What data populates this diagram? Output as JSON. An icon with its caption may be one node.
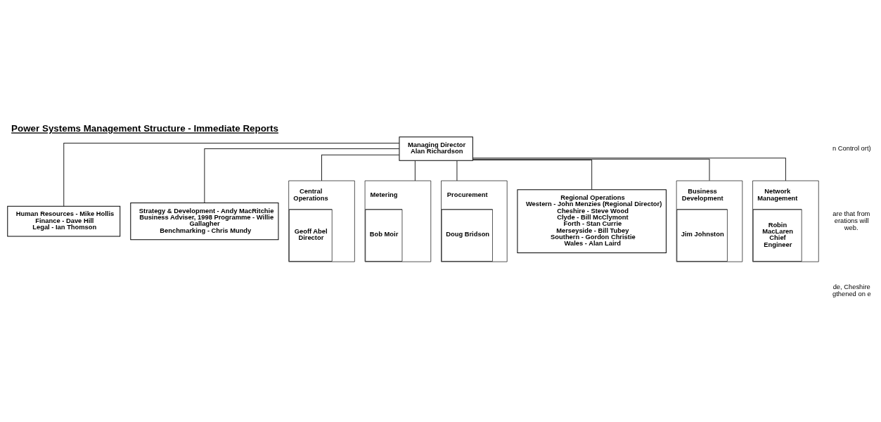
{
  "diagram": {
    "title": "Power Systems Management Structure - Immediate Reports",
    "nodes": [
      {
        "text": [
          "Managing Director",
          "Alan Richardson"
        ]
      },
      {
        "text": [
          "Human Resources - Mike Hollis",
          "Finance - Dave Hill",
          "Legal - Ian Thomson"
        ]
      },
      {
        "text": [
          "Strategy & Development - Andy MacRitchie",
          "Business Adviser, 1998 Programme - Willie Gallagher",
          "Benchmarking - Chris Mundy"
        ]
      },
      {
        "text": [
          "Central Operations",
          "Geoff Abel Director"
        ]
      },
      {
        "text": [
          "Metering",
          "Bob Moir"
        ]
      },
      {
        "text": [
          "Procurement",
          "Doug Bridson"
        ]
      },
      {
        "text": [
          "Regional Operations",
          "Western - John Menzies (Regional Director)",
          "Cheshire - Steve Wood",
          "Clyde - Bill McClymont",
          "Forth - Stan Currie",
          "Merseyside - Bill Tubey",
          "Southern - Gordon Christie",
          "Wales - Alan Laird"
        ]
      },
      {
        "text": [
          "Business Development",
          "Jim Johnston"
        ]
      },
      {
        "text": [
          "Network Management",
          "Robin MacLaren Chief Engineer"
        ]
      }
    ],
    "edges": [
      {
        "from": 0,
        "to": 1,
        "arrow": "none"
      },
      {
        "from": 0,
        "to": 2,
        "arrow": "none"
      },
      {
        "from": 0,
        "to": 3,
        "arrow": "none"
      },
      {
        "from": 0,
        "to": 4,
        "arrow": "none"
      },
      {
        "from": 0,
        "to": 5,
        "arrow": "none"
      },
      {
        "from": 0,
        "to": 6,
        "arrow": "none"
      },
      {
        "from": 0,
        "to": 7,
        "arrow": "none"
      },
      {
        "from": 0,
        "to": 8,
        "arrow": "none"
      }
    ],
    "labels": [
      "n Control ort)",
      "are that from erations will web.",
      "de, Cheshire gthened on e"
    ]
  }
}
